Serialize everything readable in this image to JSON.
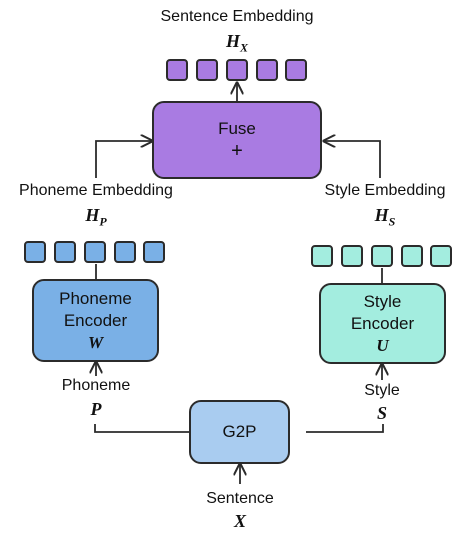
{
  "colors": {
    "fuse": "#a97be2",
    "phoneme": "#7ab0e6",
    "style": "#a3eddf",
    "g2p": "#a9ccf0",
    "stroke": "#2b2b2b"
  },
  "top": {
    "label": "Sentence Embedding",
    "symbol": "H",
    "symbol_sub": "X"
  },
  "fuse": {
    "title": "Fuse",
    "operator": "+"
  },
  "phoneme_branch": {
    "embedding_label": "Phoneme Embedding",
    "embedding_symbol": "H",
    "embedding_sub": "P",
    "encoder_line1": "Phoneme",
    "encoder_line2": "Encoder",
    "encoder_symbol": "W",
    "input_label": "Phoneme",
    "input_symbol": "P"
  },
  "style_branch": {
    "embedding_label": "Style Embedding",
    "embedding_symbol": "H",
    "embedding_sub": "S",
    "encoder_line1": "Style",
    "encoder_line2": "Encoder",
    "encoder_symbol": "U",
    "input_label": "Style",
    "input_symbol": "S"
  },
  "g2p": {
    "title": "G2P"
  },
  "bottom": {
    "label": "Sentence",
    "symbol": "X"
  }
}
